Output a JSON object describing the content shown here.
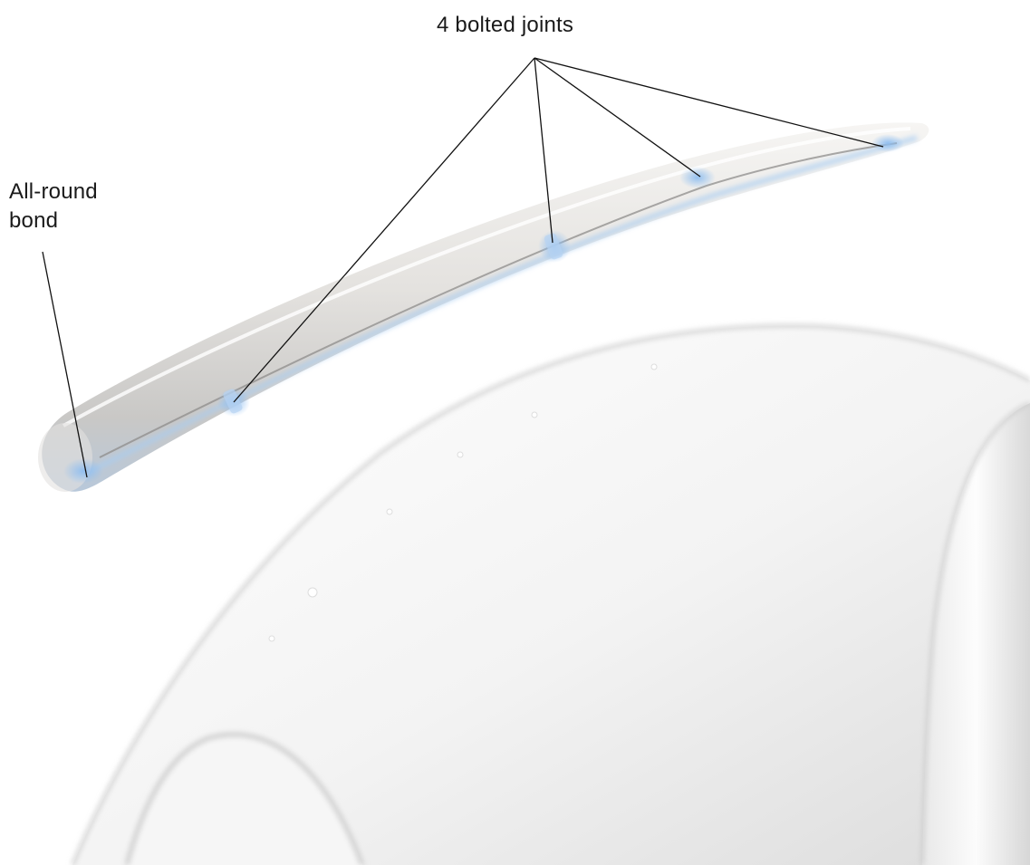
{
  "labels": {
    "bolted_joints": "4 bolted joints",
    "all_round_bond_line1": "All-round",
    "all_round_bond_line2": "bond"
  },
  "colors": {
    "leader_line": "#111111",
    "joint_highlight": "#9cc4ee",
    "part_body": "#e6e4e2",
    "housing_body": "#f2f2f2"
  }
}
